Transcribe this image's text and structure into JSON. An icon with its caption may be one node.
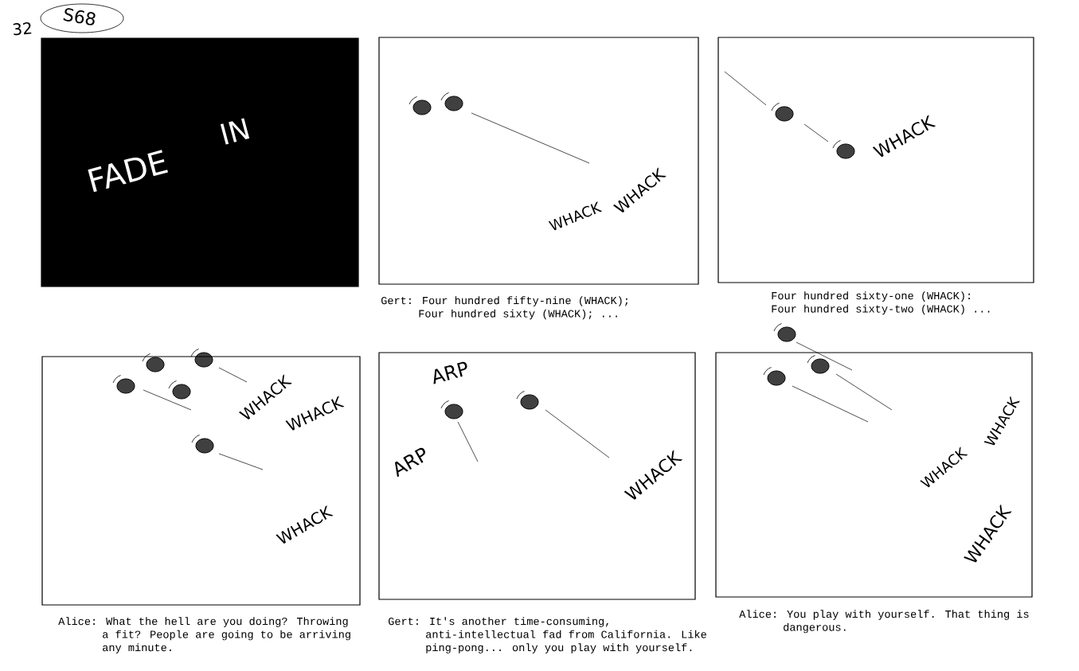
{
  "diagram": {
    "nodes": [
      {
        "text": [
          "FADE",
          "IN"
        ]
      },
      {
        "text": [
          "WHACK",
          "WHACK"
        ],
        "beside": [
          "Gert: Four hundred fifty-nine (WHACK); Four hundred sixty (WHACK); ..."
        ]
      },
      {
        "text": [
          "WHACK"
        ],
        "beside": [
          "Four hundred sixty-one (WHACK): Four hundred sixty-two (WHACK) ..."
        ]
      },
      {
        "text": [
          "WHACK",
          "WHACK",
          "WHACK"
        ],
        "beside": [
          "Alice: What the hell are you doing? Throwing a fit? People are going to be arriving any minute."
        ]
      },
      {
        "text": [
          "ARP",
          "ARP",
          "WHACK"
        ],
        "beside": [
          "Gert: It's another time-consuming, anti-intellectual fad from California. Like ping-pong... only you play with yourself."
        ]
      },
      {
        "text": [
          "WHACK",
          "WHACK",
          "WHACK"
        ],
        "beside": [
          "Alice: You play with yourself. That thing is dangerous."
        ]
      }
    ],
    "labels": [
      "32",
      "S68"
    ]
  }
}
